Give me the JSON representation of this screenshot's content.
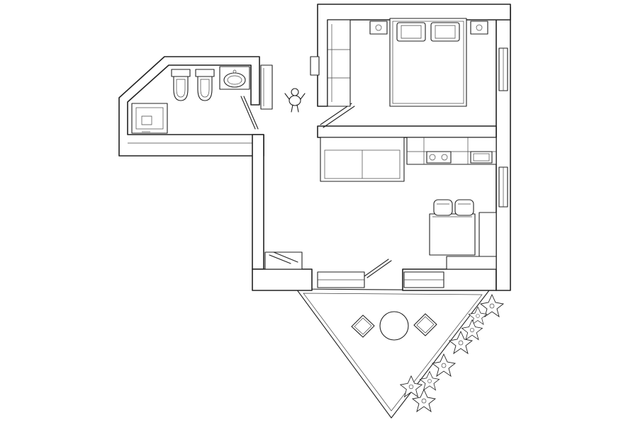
{
  "image": {
    "kind": "floor-plan-line-drawing",
    "background_color": "#ffffff",
    "line_color": "#222222"
  },
  "rooms": [
    "bathroom",
    "bedroom",
    "kitchen",
    "living-area",
    "terrace"
  ],
  "fixtures": {
    "bathroom": [
      "toilet",
      "bidet",
      "washbasin",
      "shower-tray"
    ],
    "bedroom": [
      "double-bed",
      "pillow",
      "pillow",
      "nightstand",
      "nightstand",
      "wardrobe"
    ],
    "kitchen": [
      "countertop",
      "hob",
      "sink"
    ],
    "living_area": [
      "sofa",
      "table",
      "chair",
      "chair",
      "window"
    ],
    "terrace": [
      "round-table",
      "chair",
      "chair",
      "plant"
    ]
  }
}
